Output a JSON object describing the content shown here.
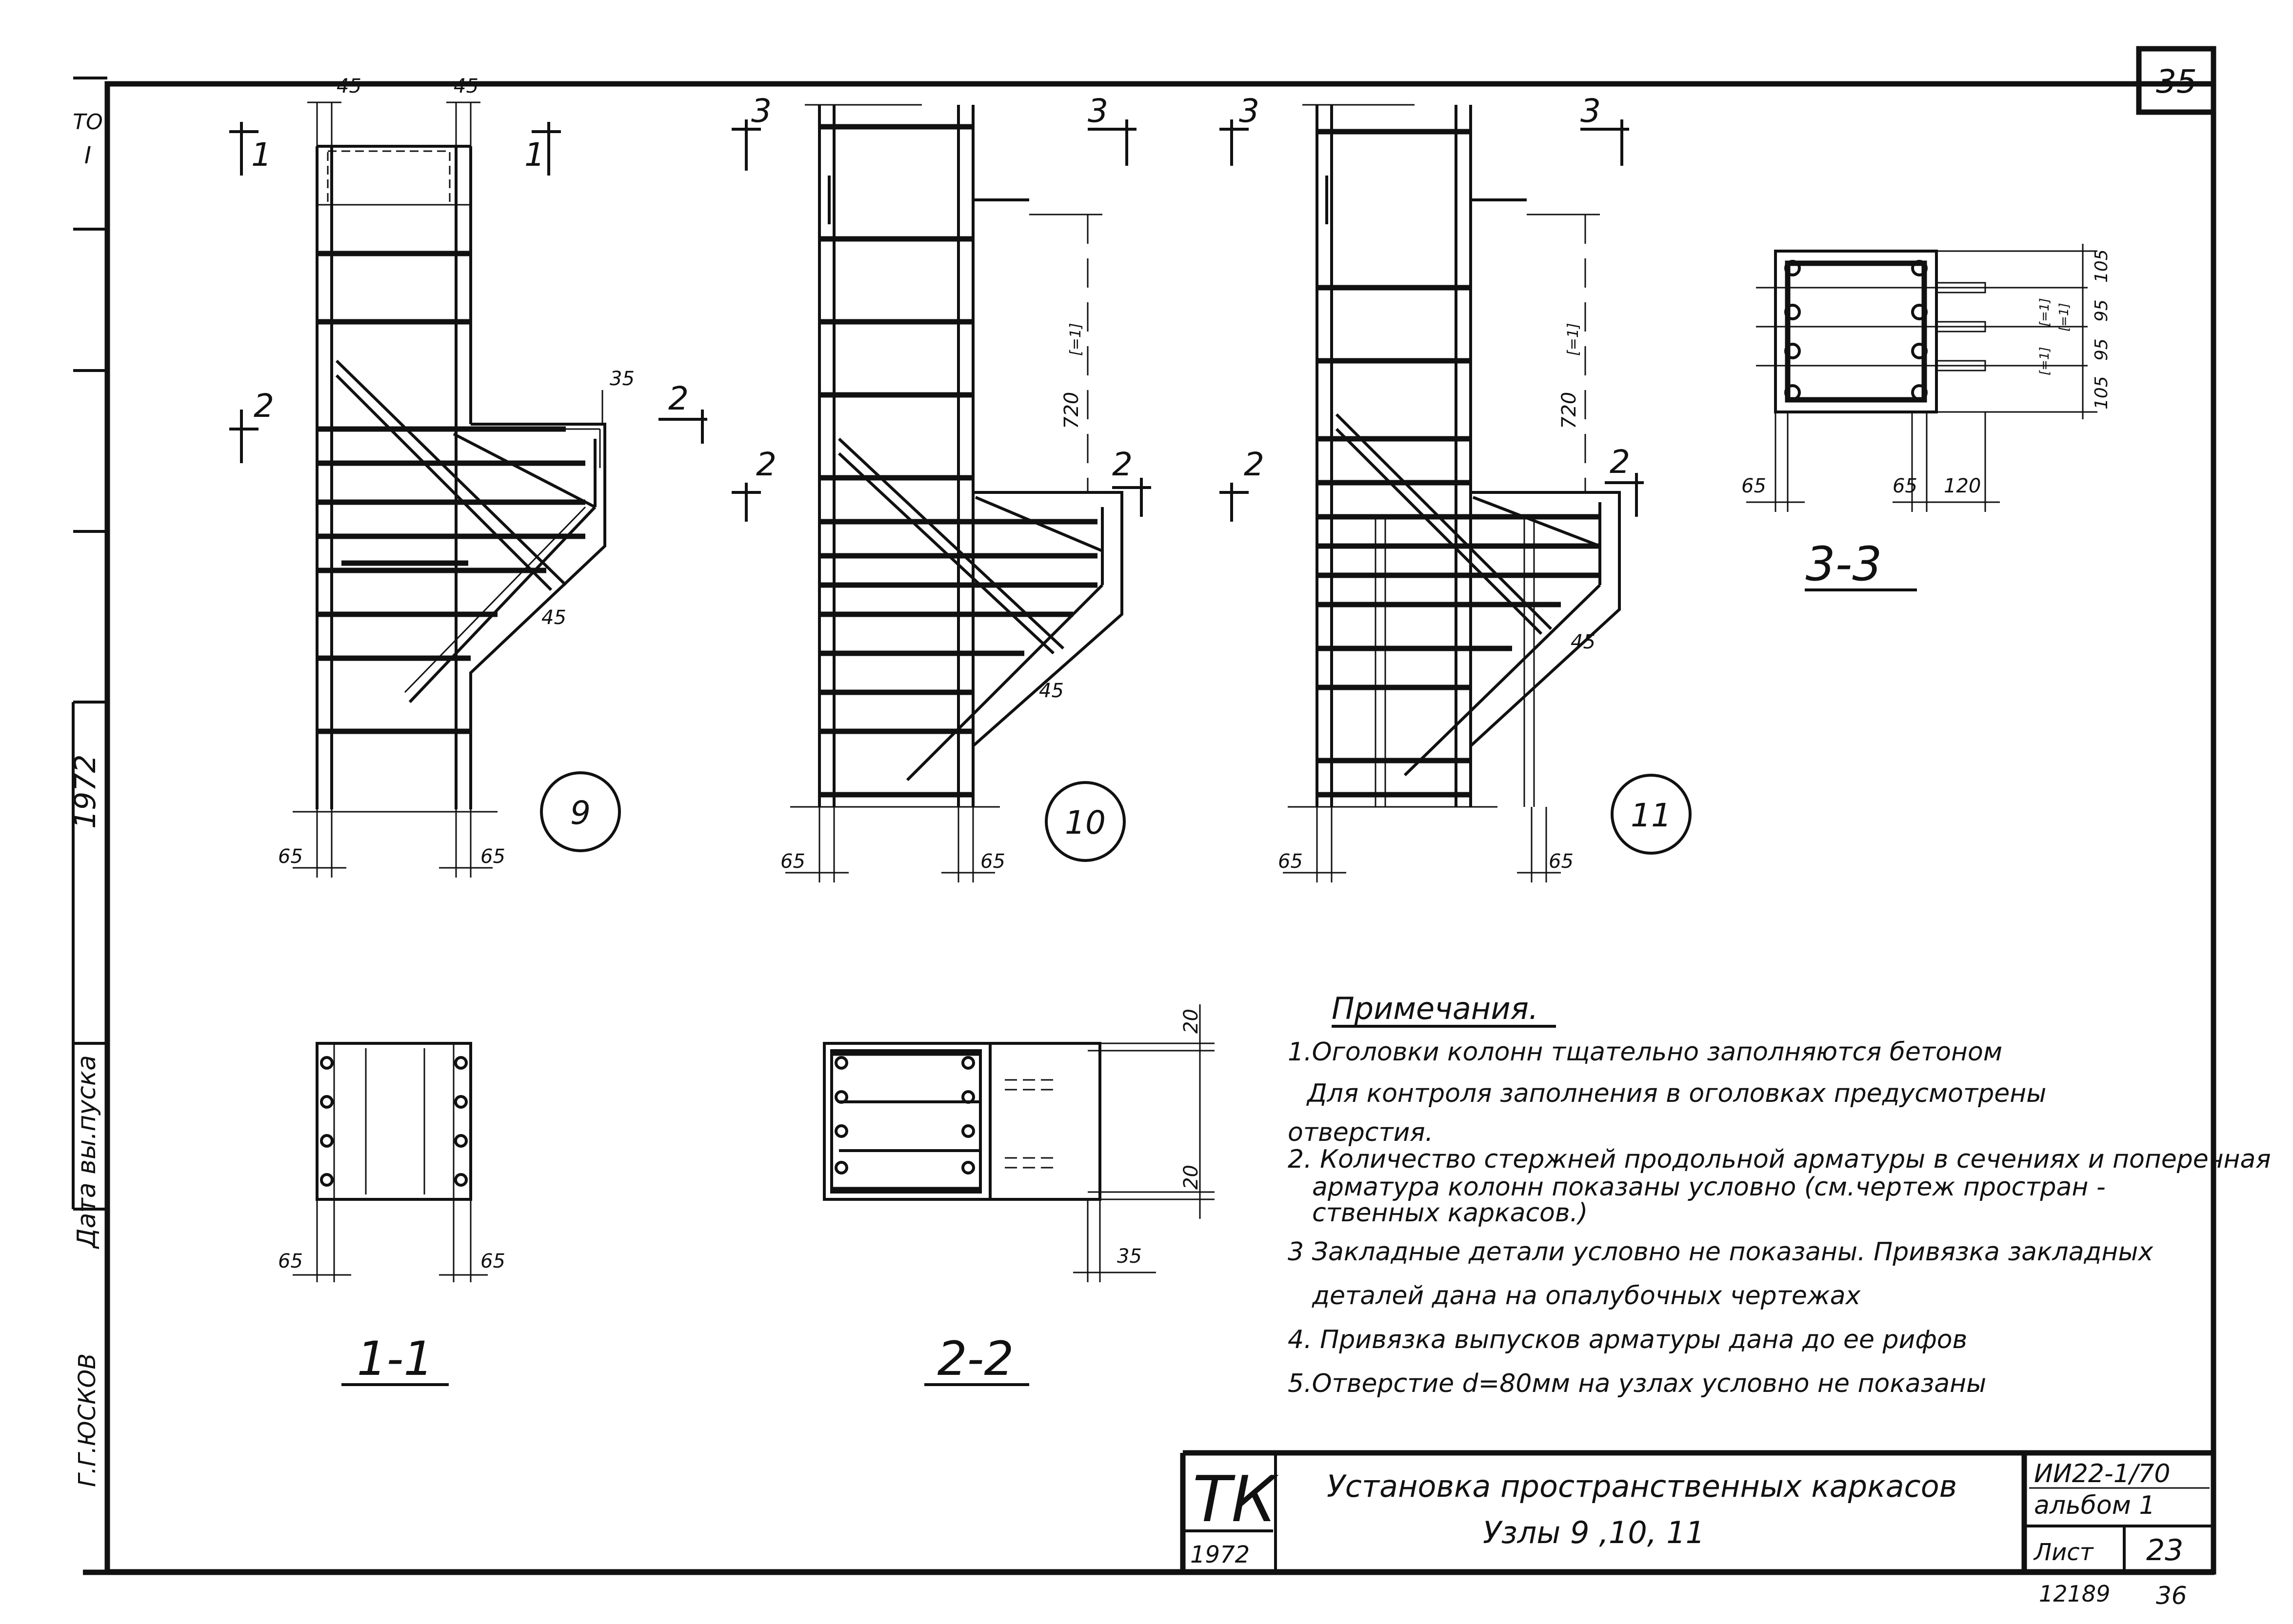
{
  "sheet_number": "35",
  "side_labels": {
    "top": "ТО",
    "roman": "I",
    "year": "1972",
    "date_label": "Дата вы.пуска",
    "author": "Г.Г.ЮСКОВ"
  },
  "nodes": [
    {
      "number": "9",
      "dims": {
        "top_left": "45",
        "top_right": "45",
        "ledge": "35",
        "diag": "45",
        "bottom_left": "65",
        "bottom_right": "65"
      }
    },
    {
      "number": "10",
      "dims": {
        "height": "720",
        "mark": "[=1]",
        "diag": "45",
        "bottom_left": "65",
        "bottom_right": "65"
      }
    },
    {
      "number": "11",
      "dims": {
        "height": "720",
        "mark": "[=1]",
        "diag": "45",
        "bottom_left": "65",
        "bottom_right": "65"
      }
    }
  ],
  "cut_marks": {
    "one": "1",
    "two": "2",
    "three": "3"
  },
  "sections": [
    {
      "title": "1-1",
      "dims": [
        "65",
        "65"
      ]
    },
    {
      "title": "2-2",
      "dims": [
        "20",
        "20",
        "35"
      ]
    },
    {
      "title": "3-3",
      "dims": [
        "105",
        "95",
        "95",
        "105",
        "65",
        "65",
        "120"
      ],
      "marks": [
        "[=1]",
        "[=1]",
        "[=1]"
      ]
    }
  ],
  "notes": {
    "heading": "Примечания.",
    "lines": [
      "1.Оголовки колонн тщательно заполняются бетоном",
      "Для контроля заполнения в оголовках предусмотрены",
      "отверстия.",
      "2. Количество стержней продольной арматуры в сечениях и поперечная",
      "арматура колонн показаны условно (см.чертеж простран -",
      "ственных каркасов.)",
      "3 Закладные детали условно не показаны. Привязка закладных",
      "деталей дана на опалубочных чертежах",
      "4. Привязка выпусков арматуры дана до ее рифов",
      "5.Отверстие d=80мм на узлах условно не показаны"
    ]
  },
  "title_block": {
    "logo": "ТК",
    "logo_year": "1972",
    "title_line1": "Установка пространственных каркасов",
    "title_line2": "Узлы 9 ,10, 11",
    "code": "ИИ22-1/70",
    "album": "альбом 1",
    "sheet_label": "Лист",
    "sheet_no": "23",
    "footer_left": "12189",
    "footer_right": "36"
  }
}
